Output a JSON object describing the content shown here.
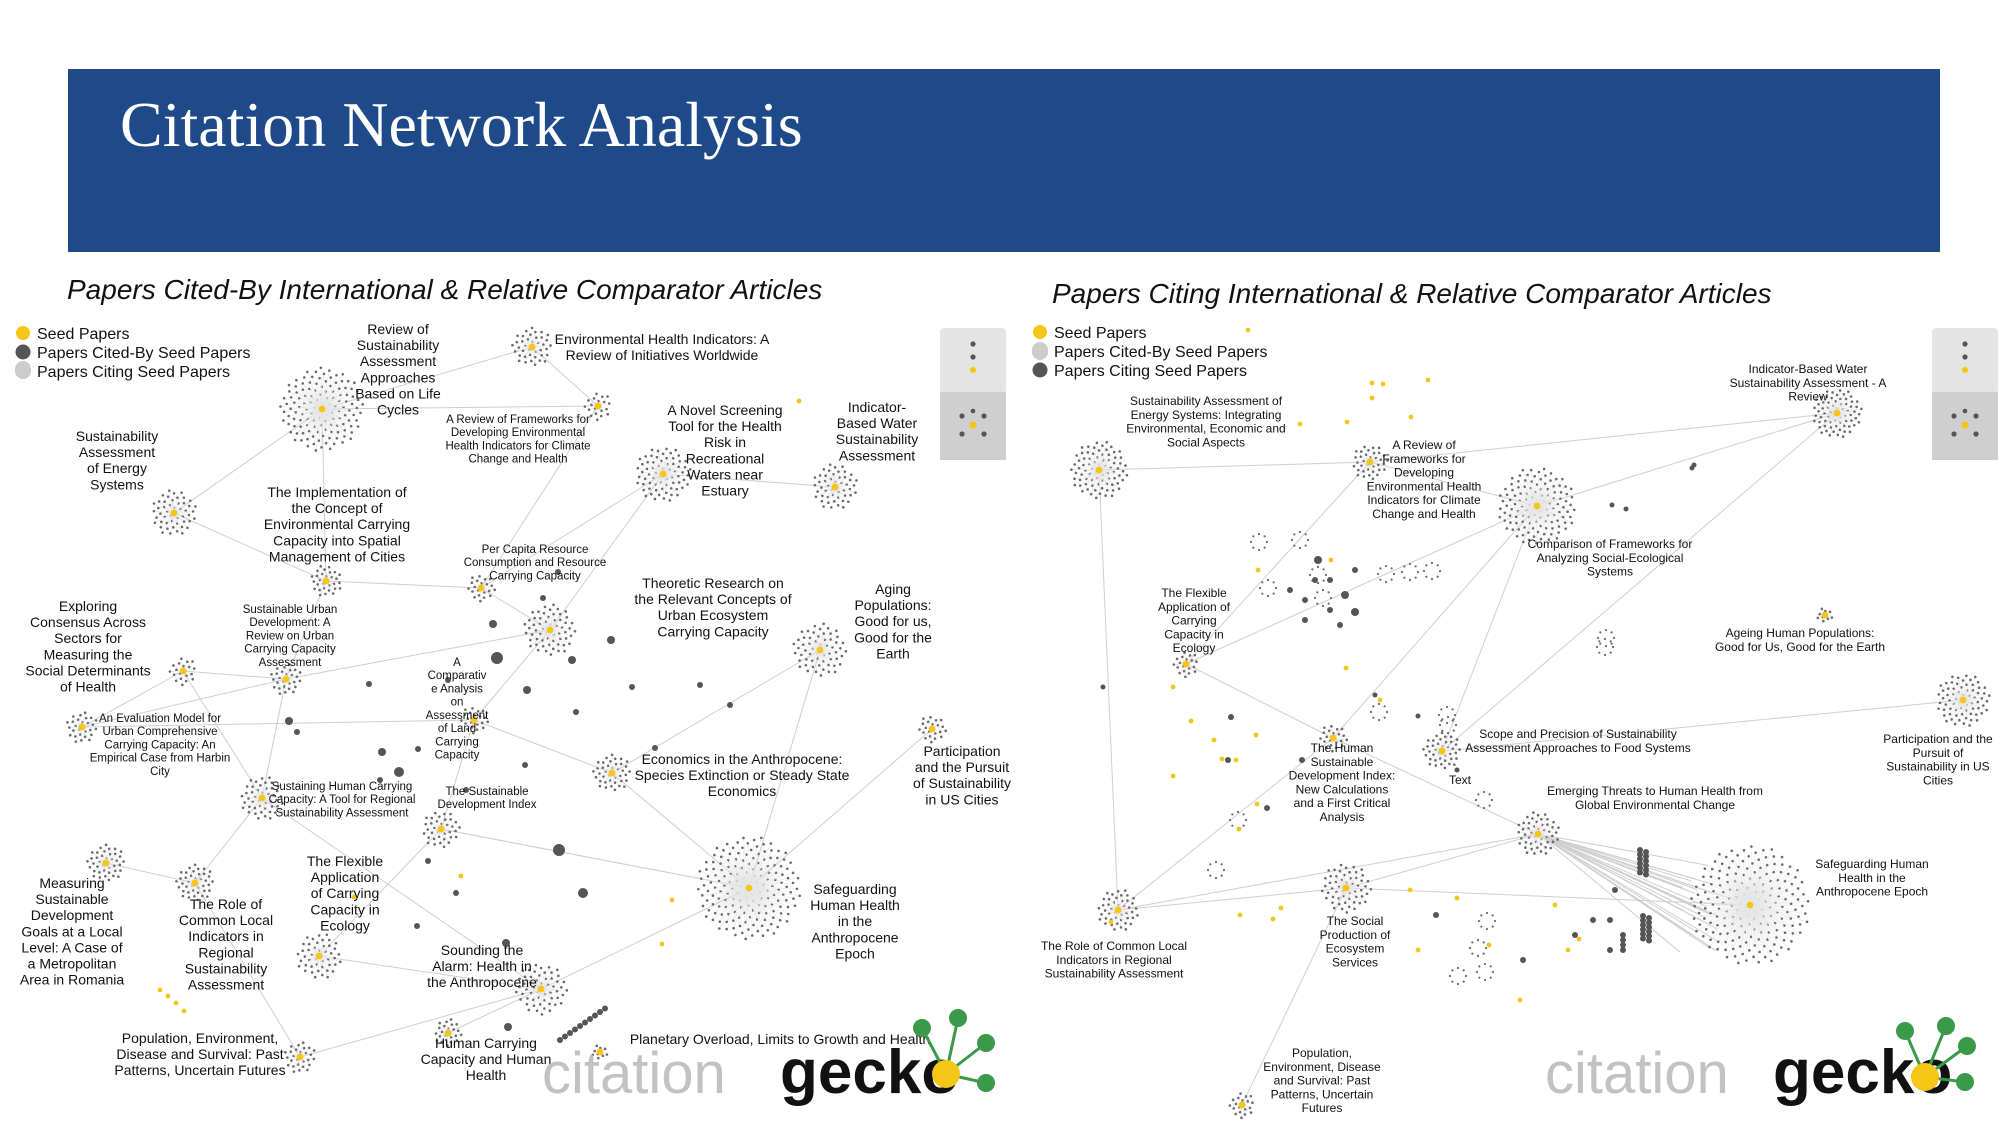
{
  "title": "Citation Network Analysis",
  "colors": {
    "banner": "#1f4a8a",
    "seed": "#f5c518",
    "node": "#555555",
    "edge": "#cfcfcf",
    "gecko_green": "#3a9a4a"
  },
  "left_panel": {
    "heading": "Papers Cited-By International & Relative Comparator Articles",
    "legend": [
      {
        "label": "Seed Papers",
        "marker": "seed"
      },
      {
        "label": "Papers Cited-By Seed Papers",
        "marker": "dark"
      },
      {
        "label": "Papers Citing Seed Papers",
        "marker": "light"
      }
    ],
    "toolbar_icons": [
      "vertical-layout-icon",
      "cluster-layout-icon"
    ],
    "nodes": [
      {
        "label": "Review of\nSustainability\nAssessment\nApproaches\nBased on Life\nCycles"
      },
      {
        "label": "Environmental Health Indicators: A\nReview of Initiatives Worldwide"
      },
      {
        "label": "Sustainability\nAssessment\nof Energy\nSystems"
      },
      {
        "label": "A Review of Frameworks for\nDeveloping Environmental\nHealth Indicators for Climate\nChange and Health"
      },
      {
        "label": "A Novel Screening\nTool for the Health\nRisk in\nRecreational\nWaters near\nEstuary"
      },
      {
        "label": "Indicator-\nBased Water\nSustainability\nAssessment"
      },
      {
        "label": "The Implementation of\nthe Concept of\nEnvironmental Carrying\nCapacity into Spatial\nManagement of Cities"
      },
      {
        "label": "Per Capita Resource\nConsumption and Resource\nCarrying Capacity"
      },
      {
        "label": "Theoretic Research on\nthe Relevant Concepts of\nUrban Ecosystem\nCarrying Capacity"
      },
      {
        "label": "Aging\nPopulations:\nGood for us,\nGood for the\nEarth"
      },
      {
        "label": "Exploring\nConsensus Across\nSectors for\nMeasuring the\nSocial Determinants\nof Health"
      },
      {
        "label": "Sustainable Urban\nDevelopment: A\nReview on Urban\nCarrying Capacity\nAssessment"
      },
      {
        "label": "A\nComparativ\ne Analysis\non\nAssessment\nof Land\nCarrying\nCapacity"
      },
      {
        "label": "An Evaluation Model for\nUrban Comprehensive\nCarrying Capacity: An\nEmpirical Case from Harbin\nCity"
      },
      {
        "label": "Economics in the Anthropocene:\nSpecies Extinction or Steady State\nEconomics"
      },
      {
        "label": "Participation\nand the Pursuit\nof Sustainability\nin US Cities"
      },
      {
        "label": "Sustaining Human Carrying\nCapacity: A Tool for Regional\nSustainability Assessment"
      },
      {
        "label": "The Sustainable\nDevelopment Index"
      },
      {
        "label": "Measuring\nSustainable\nDevelopment\nGoals at a Local\nLevel: A Case of\na Metropolitan\nArea in Romania"
      },
      {
        "label": "The Role of\nCommon Local\nIndicators in\nRegional\nSustainability\nAssessment"
      },
      {
        "label": "The Flexible\nApplication\nof Carrying\nCapacity in\nEcology"
      },
      {
        "label": "Safeguarding\nHuman Health\nin the\nAnthropocene\nEpoch"
      },
      {
        "label": "Sounding the\nAlarm: Health in\nthe Anthropocene"
      },
      {
        "label": "Population, Environment,\nDisease and Survival: Past\nPatterns, Uncertain Futures"
      },
      {
        "label": "Human Carrying\nCapacity and Human\nHealth"
      },
      {
        "label": "Planetary Overload, Limits to Growth and Health"
      }
    ]
  },
  "right_panel": {
    "heading": "Papers Citing International & Relative Comparator Articles",
    "legend": [
      {
        "label": "Seed Papers",
        "marker": "seed"
      },
      {
        "label": "Papers Cited-By Seed Papers",
        "marker": "light"
      },
      {
        "label": "Papers Citing Seed Papers",
        "marker": "dark"
      }
    ],
    "toolbar_icons": [
      "vertical-layout-icon",
      "cluster-layout-icon"
    ],
    "nodes": [
      {
        "label": "Sustainability Assessment of\nEnergy Systems: Integrating\nEnvironmental, Economic and\nSocial Aspects"
      },
      {
        "label": "Indicator-Based Water\nSustainability Assessment - A\nReview"
      },
      {
        "label": "A Review of\nFrameworks for\nDeveloping\nEnvironmental Health\nIndicators for Climate\nChange and Health"
      },
      {
        "label": "Comparison of Frameworks for\nAnalyzing Social-Ecological\nSystems"
      },
      {
        "label": "The Flexible\nApplication of\nCarrying\nCapacity in\nEcology"
      },
      {
        "label": "Ageing Human Populations:\nGood for Us, Good for the Earth"
      },
      {
        "label": "Participation and the\nPursuit of\nSustainability in US\nCities"
      },
      {
        "label": "Scope and Precision of Sustainability\nAssessment Approaches to Food Systems"
      },
      {
        "label": "The Human\nSustainable\nDevelopment Index:\nNew Calculations\nand a First Critical\nAnalysis"
      },
      {
        "label": "Text"
      },
      {
        "label": "Emerging Threats to Human Health from\nGlobal Environmental Change"
      },
      {
        "label": "Safeguarding Human\nHealth in the\nAnthropocene Epoch"
      },
      {
        "label": "The Role of Common Local\nIndicators in Regional\nSustainability Assessment"
      },
      {
        "label": "The Social\nProduction of\nEcosystem\nServices"
      },
      {
        "label": "Population,\nEnvironment, Disease\nand Survival: Past\nPatterns, Uncertain\nFutures"
      }
    ]
  },
  "watermark": {
    "light_text": "citation",
    "dark_text": "gecko"
  }
}
